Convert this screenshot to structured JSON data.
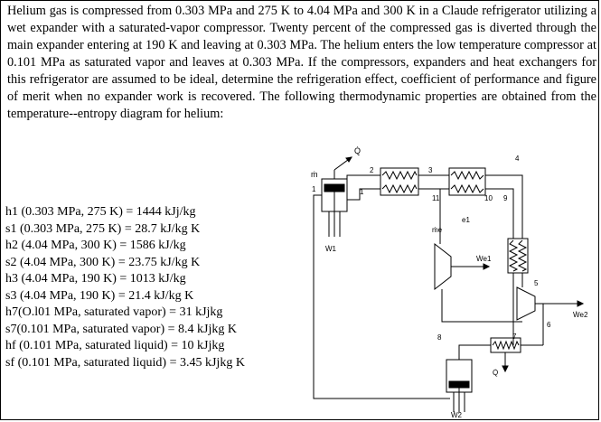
{
  "problem": {
    "text": "Helium gas is compressed from 0.303 MPa and 275 K to 4.04 MPa and 300 K in a Claude refrigerator utilizing a wet expander with a saturated-vapor compressor. Twenty percent of the compressed gas is diverted through the main expander entering at 190 K and leaving at 0.303 MPa. The helium enters the low temperature compressor at 0.101 MPa as saturated vapor and leaves at 0.303 MPa. If the compressors, expanders and heat exchangers for this refrigerator are assumed to be ideal, determine the refrigeration effect, coefficient of performance and figure of merit when no expander work is recovered. The following thermodynamic properties are obtained from the temperature--entropy diagram for helium:"
  },
  "properties": [
    "h1 (0.303 MPa, 275 K) = 1444 kJj/kg",
    "s1 (0.303 MPa, 275 K) = 28.7 kJ/kg K",
    "h2 (4.04 MPa, 300 K) = 1586 kJ/kg",
    "s2 (4.04 MPa, 300 K) = 23.75 kJ/kg K",
    "h3 (4.04 MPa, 190 K) = 1013 kJ/kg",
    "s3 (4.04 MPa, 190 K) = 21.4 kJ/kg K",
    "h7(O.l01 MPa, saturated vapor) = 31 kJjkg",
    "s7(0.101 MPa, saturated vapor) = 8.4 kJjkg K",
    "hf (0.101 MPa, saturated liquid) = 10 kJjkg",
    "sf (0.101 MPa, saturated liquid) = 3.45 kJjkg K"
  ],
  "diagram": {
    "labels": {
      "q_top": "Q̇",
      "m_dot": "ṁ",
      "state1_left": "1",
      "state1_right": "1",
      "state2": "2",
      "state3": "3",
      "state4": "4",
      "state5": "5",
      "state6": "6",
      "state7": "7",
      "state8": "8",
      "state9": "9",
      "state10": "10",
      "state11": "11",
      "w1": "Ẇ1",
      "me": "ṁe",
      "e1": "e1",
      "we1": "Ẇe1",
      "we2": "Ẇe2",
      "q_bottom": "Q̇",
      "w2": "Ẇ2"
    }
  }
}
